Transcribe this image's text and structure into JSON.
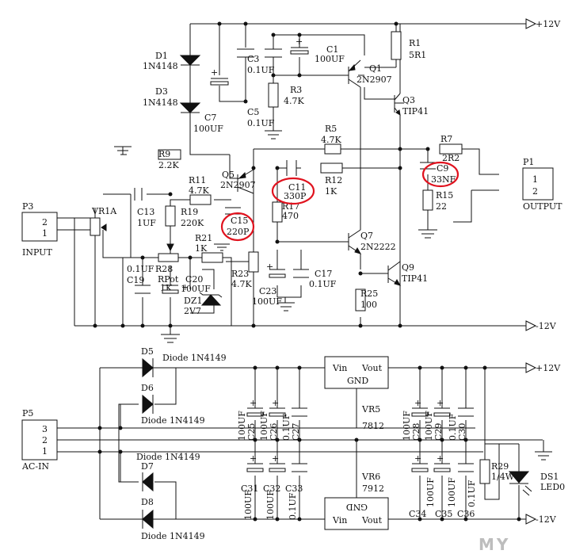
{
  "rails": {
    "pos": "+12V",
    "neg": "-12V"
  },
  "components": {
    "D1": [
      "D1",
      "1N4148"
    ],
    "D3": [
      "D3",
      "1N4148"
    ],
    "C7": [
      "C7",
      "100UF"
    ],
    "C3": [
      "C3",
      "0.1UF"
    ],
    "C1": [
      "C1",
      "100UF"
    ],
    "Q1": [
      "Q1",
      "2N2907"
    ],
    "R1": [
      "R1",
      "5R1"
    ],
    "R3": [
      "R3",
      "4.7K"
    ],
    "C5": [
      "C5",
      "0.1UF"
    ],
    "Q3": [
      "Q3",
      "TIP41"
    ],
    "R9": [
      "R9",
      "2.2K"
    ],
    "R5": [
      "R5",
      "4.7K"
    ],
    "R7": [
      "R7",
      "2R2"
    ],
    "P1": [
      "P1",
      "OUTPUT"
    ],
    "C9": [
      "C9",
      "33NF"
    ],
    "R15": [
      "R15",
      "22"
    ],
    "Q5": [
      "Q5",
      "2N2907"
    ],
    "C11": [
      "C11",
      "330P"
    ],
    "R12": [
      "R12",
      "1K"
    ],
    "R11": [
      "R11",
      "4.7K"
    ],
    "C13": [
      "C13",
      "1UF"
    ],
    "R19": [
      "R19",
      "220K"
    ],
    "P3": [
      "P3",
      "INPUT"
    ],
    "VR1A": [
      "VR1A"
    ],
    "C15": [
      "C15",
      "220P"
    ],
    "R17": [
      "R17",
      "470"
    ],
    "R21": [
      "R21",
      "1K"
    ],
    "Q7": [
      "Q7",
      "2N2222"
    ],
    "C19": [
      "0.1UF",
      "C19"
    ],
    "R28": [
      "R28",
      "RPot",
      "1K"
    ],
    "C20": [
      "C20",
      "100UF"
    ],
    "DZ1": [
      "DZ1",
      "2V7"
    ],
    "R23": [
      "R23",
      "4.7K"
    ],
    "C23": [
      "C23",
      "100UF"
    ],
    "C17": [
      "C17",
      "0.1UF"
    ],
    "R25": [
      "R25",
      "100"
    ],
    "Q9": [
      "Q9",
      "TIP41"
    ],
    "D5": [
      "D5",
      "Diode 1N4149"
    ],
    "D6": [
      "D6",
      "Diode 1N4149"
    ],
    "D7": [
      "Diode 1N4149",
      "D7"
    ],
    "D8": [
      "D8",
      "Diode 1N4149"
    ],
    "P5": [
      "P5",
      "AC-IN"
    ],
    "VR5": [
      "VR5",
      "7812"
    ],
    "VR6": [
      "VR6",
      "7912"
    ],
    "C25": [
      "100UF",
      "C25"
    ],
    "C26": [
      "100UF",
      "C26"
    ],
    "C27": [
      "0.1UF",
      "C27"
    ],
    "C28": [
      "100UF",
      "C28"
    ],
    "C29": [
      "100UF",
      "C29"
    ],
    "C30": [
      "0.1UF",
      "C30"
    ],
    "C31": [
      "C31",
      "100UF"
    ],
    "C32": [
      "C32",
      "100UF"
    ],
    "C33": [
      "C33",
      "0.1UF"
    ],
    "C34": [
      "C34",
      "100UF"
    ],
    "C35": [
      "C35",
      "100UF"
    ],
    "C36": [
      "C36",
      "0.1UF"
    ],
    "R29": [
      "R29",
      "1/4W"
    ],
    "DS1": [
      "DS1",
      "LED0"
    ]
  },
  "connectors": {
    "P3_pins": [
      "2",
      "1"
    ],
    "P1_pins": [
      "1",
      "2"
    ],
    "P5_pins": [
      "3",
      "2",
      "1"
    ]
  },
  "regulators": {
    "vr5": {
      "in": "Vin",
      "out": "Vout",
      "gnd": "GND"
    },
    "vr6": {
      "in": "Vin",
      "out": "Vout",
      "gnd": "GND"
    }
  },
  "highlighted": [
    "C15",
    "C11",
    "C9"
  ],
  "highlight_color": "#e0121e",
  "watermark": "MY"
}
